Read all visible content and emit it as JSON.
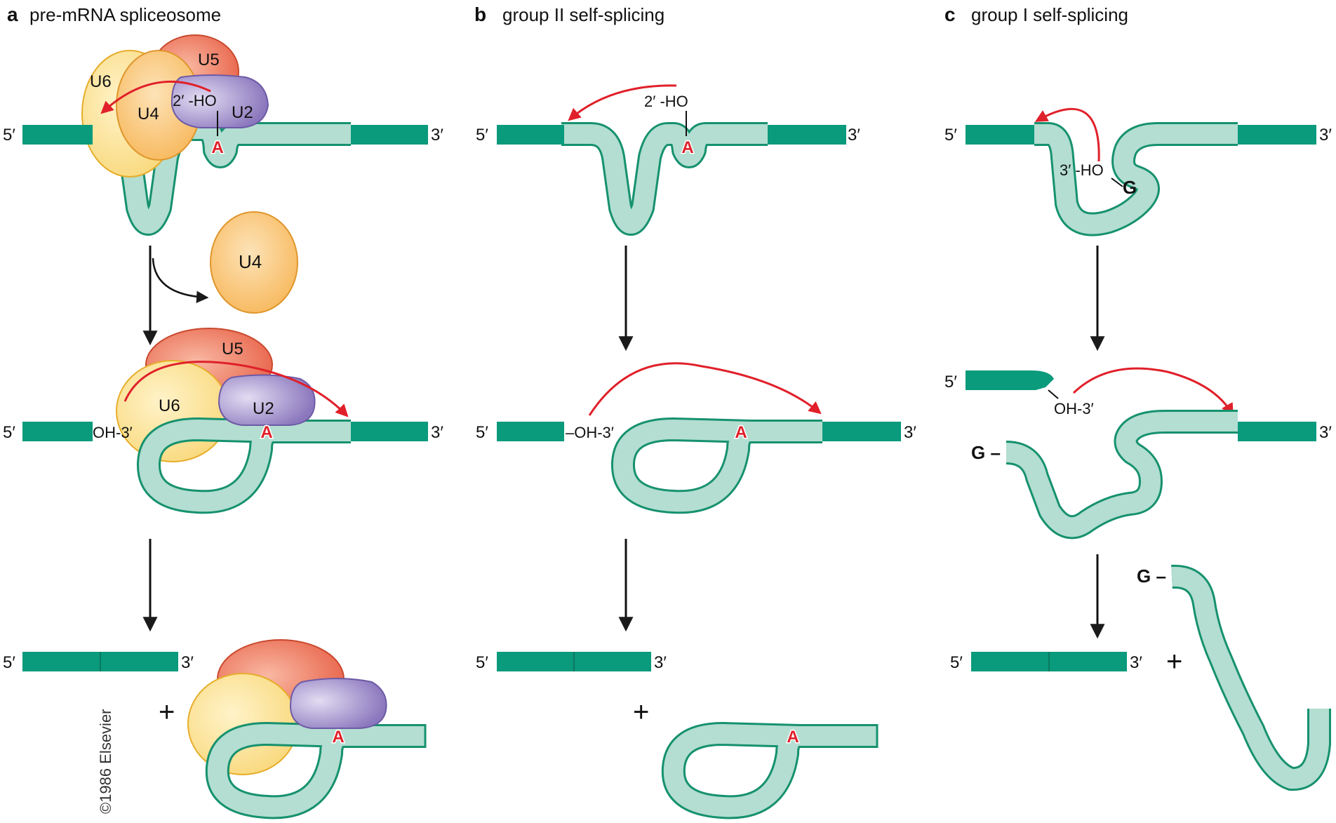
{
  "panels": {
    "a": {
      "letter": "a",
      "title": "pre-mRNA spliceosome"
    },
    "b": {
      "letter": "b",
      "title": "group II self-splicing"
    },
    "c": {
      "letter": "c",
      "title": "group I self-splicing"
    }
  },
  "labels": {
    "five_prime": "5′",
    "three_prime": "3′",
    "adenine": "A",
    "guanine": "G",
    "two_ho": "2′ -HO",
    "three_ho": "3′ -HO",
    "oh3": "OH-3′",
    "dash_oh3": "–OH-3′",
    "g_dash": "G –",
    "plus": "+"
  },
  "snrnps": {
    "u2": "U2",
    "u4": "U4",
    "u5": "U5",
    "u6": "U6"
  },
  "copyright": "©1986 Elsevier",
  "colors": {
    "exon": "#0a9a7c",
    "intron_fill": "#b3ded1",
    "intron_stroke": "#16916e",
    "reaction_arrow": "#e0202a",
    "u4": "#f8c06a",
    "u5": "#ee7a5c",
    "u6": "#fbde8c",
    "u2": "#9c8ac6"
  }
}
